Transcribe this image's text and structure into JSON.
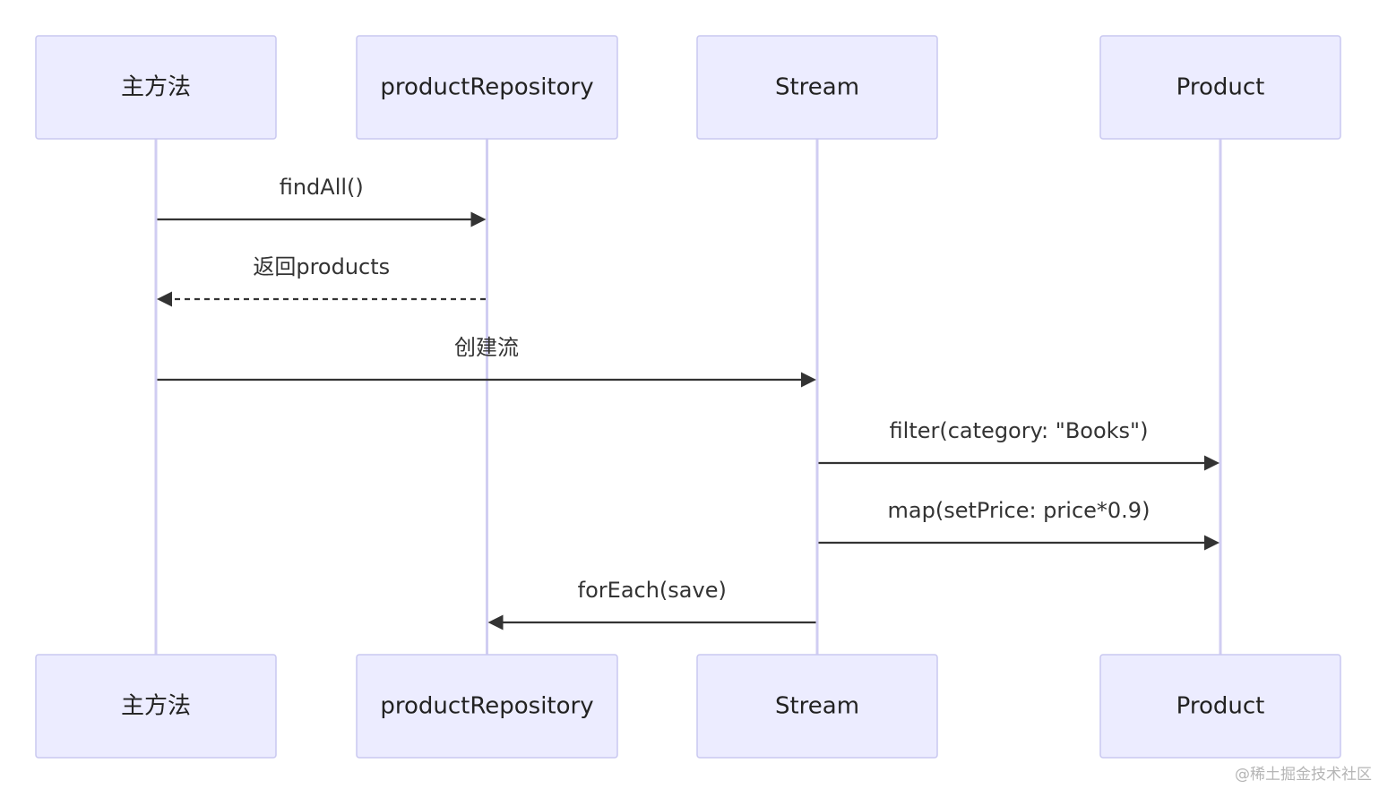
{
  "actors": [
    {
      "id": "main",
      "label": "主方法"
    },
    {
      "id": "repo",
      "label": "productRepository"
    },
    {
      "id": "stream",
      "label": "Stream"
    },
    {
      "id": "product",
      "label": "Product"
    }
  ],
  "messages": [
    {
      "from": "main",
      "to": "repo",
      "label": "findAll()",
      "style": "solid"
    },
    {
      "from": "repo",
      "to": "main",
      "label": "返回products",
      "style": "dashed"
    },
    {
      "from": "main",
      "to": "stream",
      "label": "创建流",
      "style": "solid"
    },
    {
      "from": "stream",
      "to": "product",
      "label": "filter(category: \"Books\")",
      "style": "solid"
    },
    {
      "from": "stream",
      "to": "product",
      "label": "map(setPrice: price*0.9)",
      "style": "solid"
    },
    {
      "from": "stream",
      "to": "repo",
      "label": "forEach(save)",
      "style": "solid"
    }
  ],
  "watermark": "@稀土掘金技术社区",
  "colors": {
    "actor_fill": "#ECECFF",
    "actor_stroke": "#C9C8F0",
    "lifeline": "#D0CDF2",
    "arrow": "#333333"
  }
}
